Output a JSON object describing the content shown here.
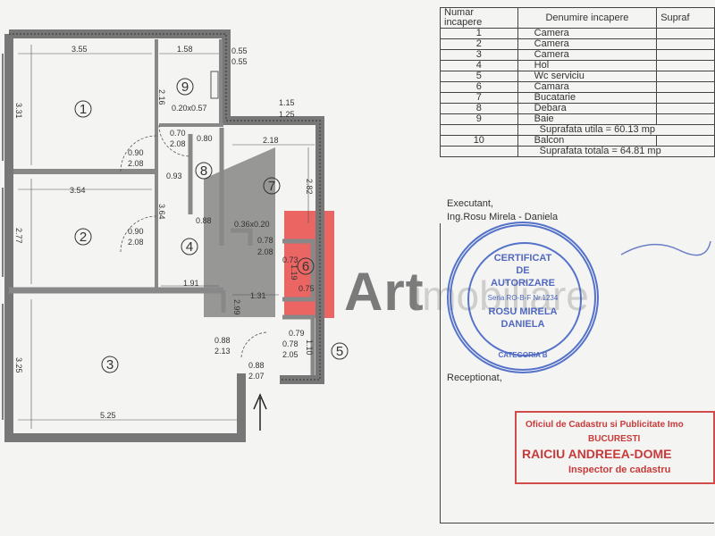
{
  "legend": {
    "headers": [
      "Numar incapere",
      "Denumire incapere",
      "Supraf"
    ],
    "rows": [
      {
        "num": "1",
        "name": "Camera"
      },
      {
        "num": "2",
        "name": "Camera"
      },
      {
        "num": "3",
        "name": "Camera"
      },
      {
        "num": "4",
        "name": "Hol"
      },
      {
        "num": "5",
        "name": "Wc serviciu"
      },
      {
        "num": "6",
        "name": "Camara"
      },
      {
        "num": "7",
        "name": "Bucatarie"
      },
      {
        "num": "8",
        "name": "Debara"
      },
      {
        "num": "9",
        "name": "Baie"
      }
    ],
    "useful_area": "Suprafata utila = 60.13 mp",
    "balcony": {
      "num": "10",
      "name": "Balcon"
    },
    "total_area": "Suprafata totala = 64.81 mp"
  },
  "signatures": {
    "executant_label": "Executant,",
    "executant_name": "Ing.Rosu Mirela - Daniela",
    "receptionat_label": "Receptionat,"
  },
  "stamp": {
    "line1": "CERTIFICAT",
    "line2": "DE",
    "line3": "AUTORIZARE",
    "line4": "Seria RO-B-F Nr.1234",
    "line5": "ROSU MIRELA",
    "line6": "DANIELA",
    "line7": "CATEGORIA B"
  },
  "official_stamp": {
    "line1": "Oficiul de Cadastru si Publicitate Imo",
    "line2": "BUCURESTI",
    "line3": "RAICIU ANDREEA-DOME",
    "line4": "Inspector de cadastru"
  },
  "watermark": {
    "brand": "Art",
    "suffix": "imobiliare"
  },
  "plan": {
    "rooms": [
      "1",
      "2",
      "3",
      "4",
      "5",
      "6",
      "7",
      "8",
      "9"
    ],
    "dims": {
      "d355": "3.55",
      "d158": "1.58",
      "d055a": "0.55",
      "d055b": "0.55",
      "d216": "2.16",
      "d331": "3.31",
      "d020": "0.20x0.57",
      "d115": "1.15",
      "d125": "1.25",
      "d070": "0.70",
      "d208a": "2.08",
      "d080": "0.80",
      "d218": "2.18",
      "d090a": "0.90",
      "d208b": "2.08",
      "d282": "2.82",
      "d093": "0.93",
      "d354": "3.54",
      "d364": "3.64",
      "d277": "2.77",
      "d090b": "0.90",
      "d208c": "2.08",
      "d088": "0.88",
      "d036": "0.36x0.20",
      "d078a": "0.78",
      "d208d": "2.08",
      "d073": "0.73",
      "d119": "1.19",
      "d075": "0.75",
      "d191": "1.91",
      "d131": "1.31",
      "d299": "2.99",
      "d325": "3.25",
      "d525": "5.25",
      "d088b": "0.88",
      "d213": "2.13",
      "d088c": "0.88",
      "d207": "2.07",
      "d079": "0.79",
      "d078b": "0.78",
      "d205": "2.05",
      "d110": "1.10"
    }
  }
}
